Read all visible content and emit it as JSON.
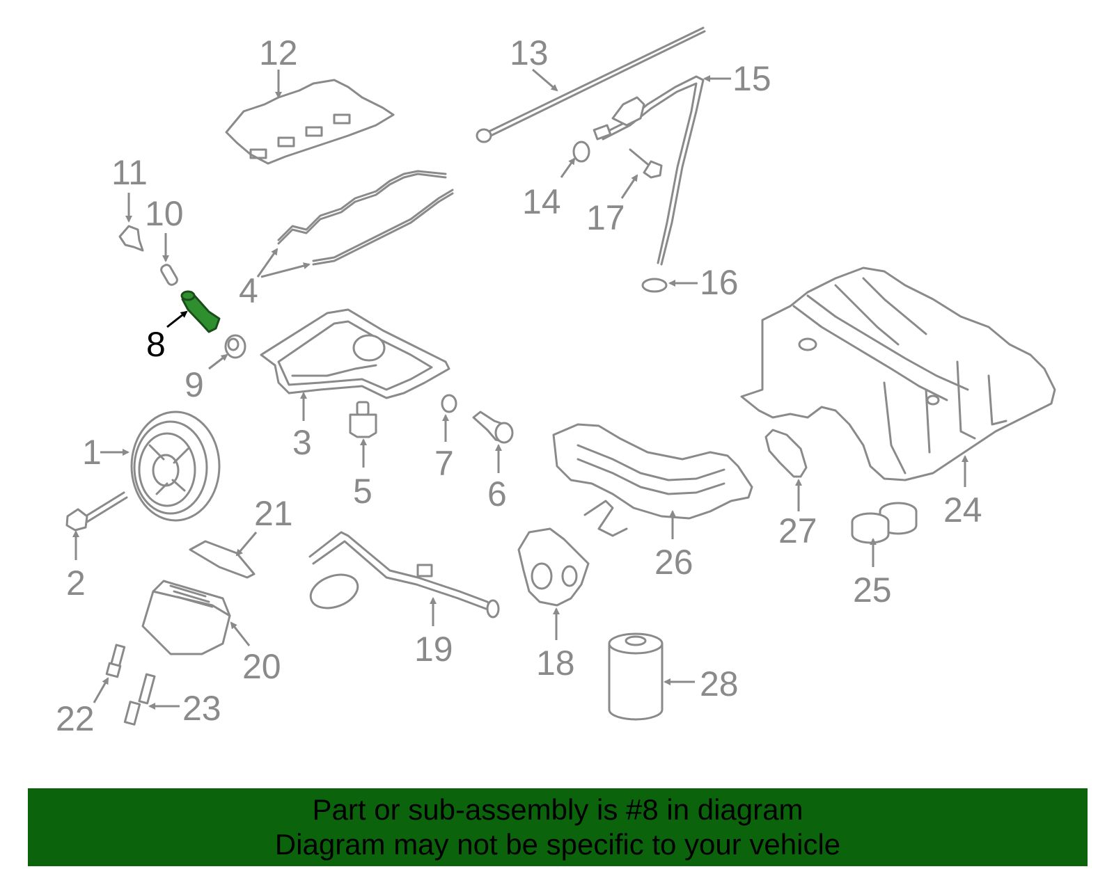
{
  "diagram": {
    "highlight_part": "8",
    "colors": {
      "part_stroke": "#8a8a8a",
      "label_gray": "#8a8a8a",
      "highlight_fill": "#2f8f2f",
      "highlight_label": "#000000",
      "footer_bg": "#0b640b"
    },
    "labels": [
      "1",
      "2",
      "3",
      "4",
      "5",
      "6",
      "7",
      "8",
      "9",
      "10",
      "11",
      "12",
      "13",
      "14",
      "15",
      "16",
      "17",
      "18",
      "19",
      "20",
      "21",
      "22",
      "23",
      "24",
      "25",
      "26",
      "27",
      "28"
    ]
  },
  "footer": {
    "line1": "Part or sub-assembly is #8 in diagram",
    "line2": "Diagram may not be specific to your vehicle"
  }
}
